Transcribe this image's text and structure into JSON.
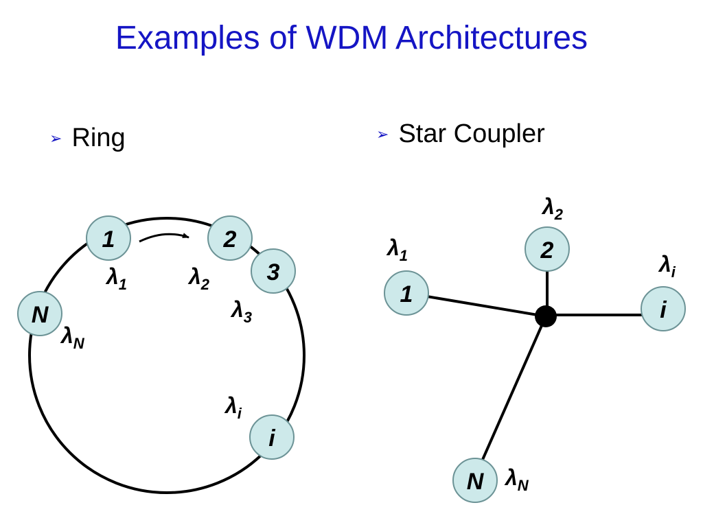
{
  "slide": {
    "title": "Examples of WDM Architectures"
  },
  "bullets": {
    "marker": "➢",
    "ring": "Ring",
    "star": "Star Coupler"
  },
  "ring": {
    "nodes": {
      "n1": "1",
      "n2": "2",
      "n3": "3",
      "nN": "N",
      "ni": "i"
    },
    "wavelengths": {
      "l1_sym": "λ",
      "l1_sub": "1",
      "l2_sym": "λ",
      "l2_sub": "2",
      "l3_sym": "λ",
      "l3_sub": "3",
      "lN_sym": "λ",
      "lN_sub": "N",
      "li_sym": "λ",
      "li_sub": "i"
    }
  },
  "star": {
    "nodes": {
      "n1": "1",
      "n2": "2",
      "ni": "i",
      "nN": "N"
    },
    "wavelengths": {
      "l1_sym": "λ",
      "l1_sub": "1",
      "l2_sym": "λ",
      "l2_sub": "2",
      "li_sym": "λ",
      "li_sub": "i",
      "lN_sym": "λ",
      "lN_sub": "N"
    }
  },
  "colors": {
    "node_fill": "#cde9ea",
    "node_stroke": "#6c9396",
    "title": "#1515c4"
  }
}
